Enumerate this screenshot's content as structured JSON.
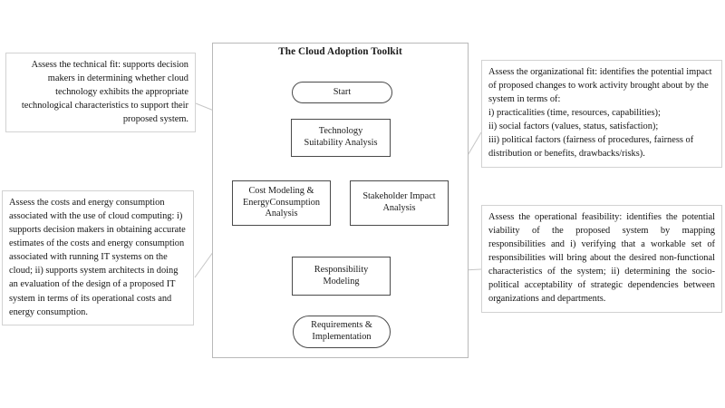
{
  "diagram": {
    "title": "The Cloud Adoption Toolkit",
    "nodes": {
      "start": "Start",
      "technology": "Technology\nSuitability Analysis",
      "cost": "Cost Modeling &\nEnergyConsumption\nAnalysis",
      "stakeholder": "Stakeholder Impact\nAnalysis",
      "responsibility": "Responsibility\nModeling",
      "requirements": "Requirements &\nImplementation"
    }
  },
  "callouts": {
    "technical_fit": "Assess the technical fit: supports decision makers in determining whether cloud technology exhibits the appropriate technological characteristics to support their proposed system.",
    "costs_energy": "Assess the costs and energy consumption associated with the use of cloud computing: i) supports decision makers in obtaining accurate estimates of the costs and energy consumption associated with running IT systems on the cloud; ii) supports system architects in doing an evaluation of the design of a proposed IT system in terms of its operational costs and energy consumption.",
    "organizational_fit_intro": "Assess the organizational fit: identifies the potential impact of proposed changes to work activity brought about by the system in terms of:",
    "organizational_fit_i": "i) practicalities (time, resources, capabilities);",
    "organizational_fit_ii": "ii) social factors (values, status, satisfaction);",
    "organizational_fit_iii": "iii) political factors (fairness of procedures, fairness of distribution or benefits, drawbacks/risks).",
    "operational_feasibility": "Assess the operational feasibility: identifies the potential viability of the proposed system by mapping responsibilities and i) verifying that a workable set of responsibilities will bring about the desired non-functional characteristics of the system; ii) determining the socio-political acceptability of strategic dependencies between organizations and departments."
  },
  "colors": {
    "node_border": "#4a4a4a",
    "callout_border": "#d2d2d2",
    "frame_border": "#b9b9b9",
    "connector": "#3a3a3a",
    "leader_line": "#c6c6c6",
    "text": "#141414",
    "background": "#ffffff"
  }
}
